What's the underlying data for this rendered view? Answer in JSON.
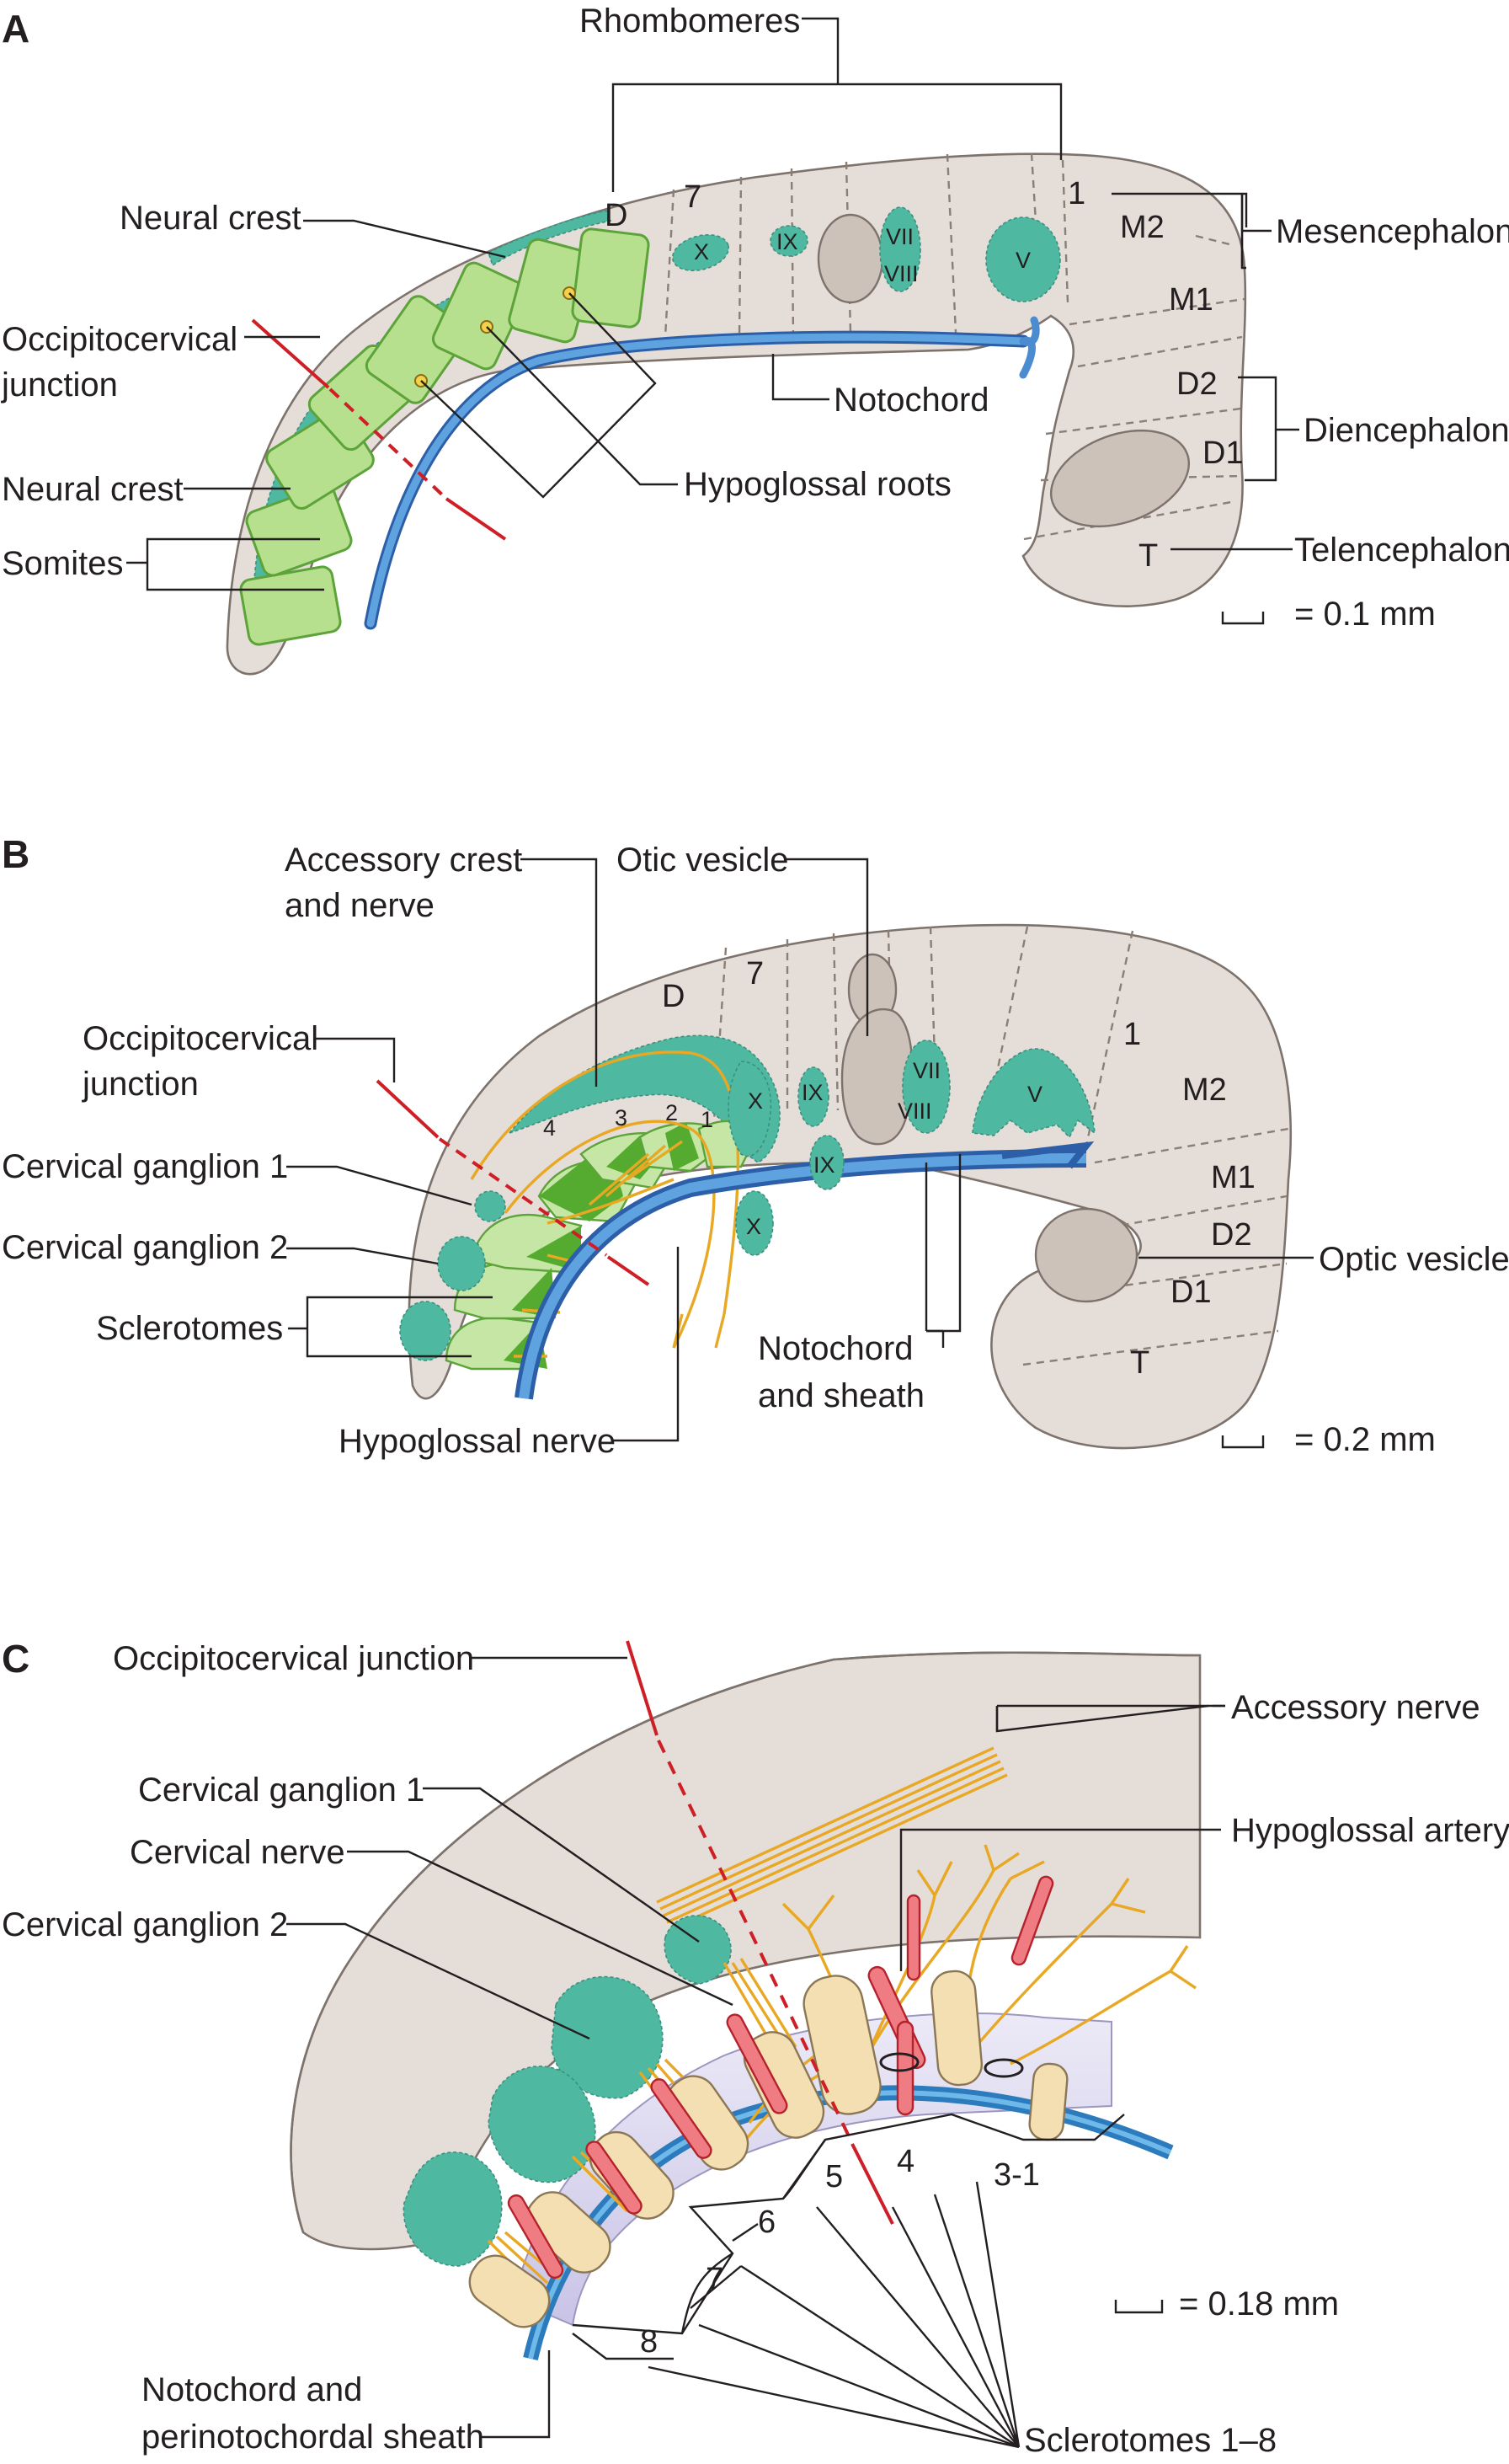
{
  "panel_a": {
    "letter": "A",
    "labels": {
      "rhombomeres": "Rhombomeres",
      "neural_crest_top": "Neural crest",
      "occ_line1": "Occipitocervical",
      "occ_line2": "junction",
      "neural_crest_lower": "Neural crest",
      "somites": "Somites",
      "notochord": "Notochord",
      "hypoglossal_roots": "Hypoglossal roots",
      "mesencephalon": "Mesencephalon",
      "diencephalon": "Diencephalon",
      "telencephalon": "Telencephalon",
      "scale": "= 0.1 mm"
    },
    "inner": {
      "D": "D",
      "seven": "7",
      "one": "1",
      "M2": "M2",
      "M1": "M1",
      "D2": "D2",
      "D1": "D1",
      "T": "T",
      "X": "X",
      "IX": "IX",
      "VII": "VII",
      "VIII": "VIII",
      "V": "V"
    }
  },
  "panel_b": {
    "letter": "B",
    "labels": {
      "accessory_line1": "Accessory crest",
      "accessory_line2": "and nerve",
      "otic_vesicle": "Otic vesicle",
      "occ_line1": "Occipitocervical",
      "occ_line2": "junction",
      "cervical_ganglion_1": "Cervical ganglion 1",
      "cervical_ganglion_2": "Cervical ganglion 2",
      "sclerotomes": "Sclerotomes",
      "notochord_line1": "Notochord",
      "notochord_line2": "and sheath",
      "hypoglossal_nerve": "Hypoglossal nerve",
      "optic_vesicle": "Optic vesicle",
      "scale": "= 0.2 mm"
    },
    "inner": {
      "D": "D",
      "seven": "7",
      "one": "1",
      "M2": "M2",
      "M1": "M1",
      "D2": "D2",
      "D1": "D1",
      "T": "T",
      "X": "X",
      "X2": "X",
      "IX": "IX",
      "IX2": "IX",
      "VII": "VII",
      "VIII": "VIII",
      "V": "V",
      "n4": "4",
      "n3": "3",
      "n2": "2",
      "n1": "1"
    }
  },
  "panel_c": {
    "letter": "C",
    "labels": {
      "occipitocervical_junction": "Occipitocervical junction",
      "accessory_nerve": "Accessory nerve",
      "cervical_ganglion_1": "Cervical ganglion 1",
      "hypoglossal_artery": "Hypoglossal artery",
      "cervical_nerve": "Cervical nerve",
      "cervical_ganglion_2": "Cervical ganglion 2",
      "notochord_line1": "Notochord and",
      "notochord_line2": "perinotochordal sheath",
      "sclerotomes": "Sclerotomes 1–8",
      "scale": "= 0.18 mm"
    },
    "segments": {
      "s8": "8",
      "s7": "7",
      "s6": "6",
      "s5": "5",
      "s4": "4",
      "s31": "3-1"
    }
  },
  "colors": {
    "neural_crest": "#4fb8a0",
    "somite": "#b6df8e",
    "notochord": "#2f86c8",
    "embryo": "#e4ddd8",
    "junction_line": "#cf1f26",
    "nerve": "#e8a823",
    "artery": "#ef7c82"
  }
}
